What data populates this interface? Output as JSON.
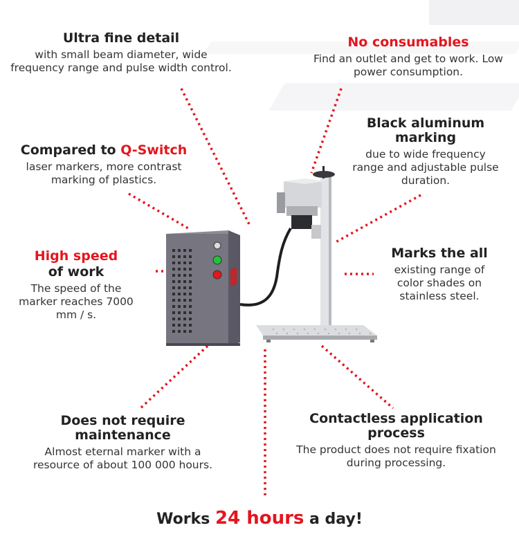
{
  "features": {
    "ultra_fine": {
      "title": "Ultra fine detail",
      "desc": "with small beam diameter, wide frequency range and pulse width control."
    },
    "no_consumables": {
      "title": "No consumables",
      "desc": "Find an outlet and get to work. Low power consumption."
    },
    "black_aluminum": {
      "title": "Black aluminum marking",
      "desc": "due to wide frequency range and adjustable pulse duration."
    },
    "compared": {
      "title_prefix": "Compared to ",
      "title_highlight": "Q-Switch",
      "desc": "laser markers, more contrast marking of plastics."
    },
    "high_speed": {
      "title_red": "High speed",
      "title_rest": "of work",
      "desc": "The speed of the marker reaches 7000 mm / s."
    },
    "marks_all": {
      "title": "Marks the all",
      "desc": "existing range of color shades on stainless steel."
    },
    "maintenance": {
      "title": "Does not require maintenance",
      "desc": "Almost eternal marker with a resource of about 100 000 hours."
    },
    "contactless": {
      "title": "Contactless application process",
      "desc": "The product does not require fixation during processing."
    }
  },
  "footer": {
    "prefix": "Works ",
    "highlight": "24 hours",
    "suffix": " a day!"
  },
  "colors": {
    "accent": "#e3161e",
    "text": "#2b2b2b",
    "machine_body": "#6f6d78",
    "machine_side": "#545260",
    "steel": "#d8d9dc"
  }
}
